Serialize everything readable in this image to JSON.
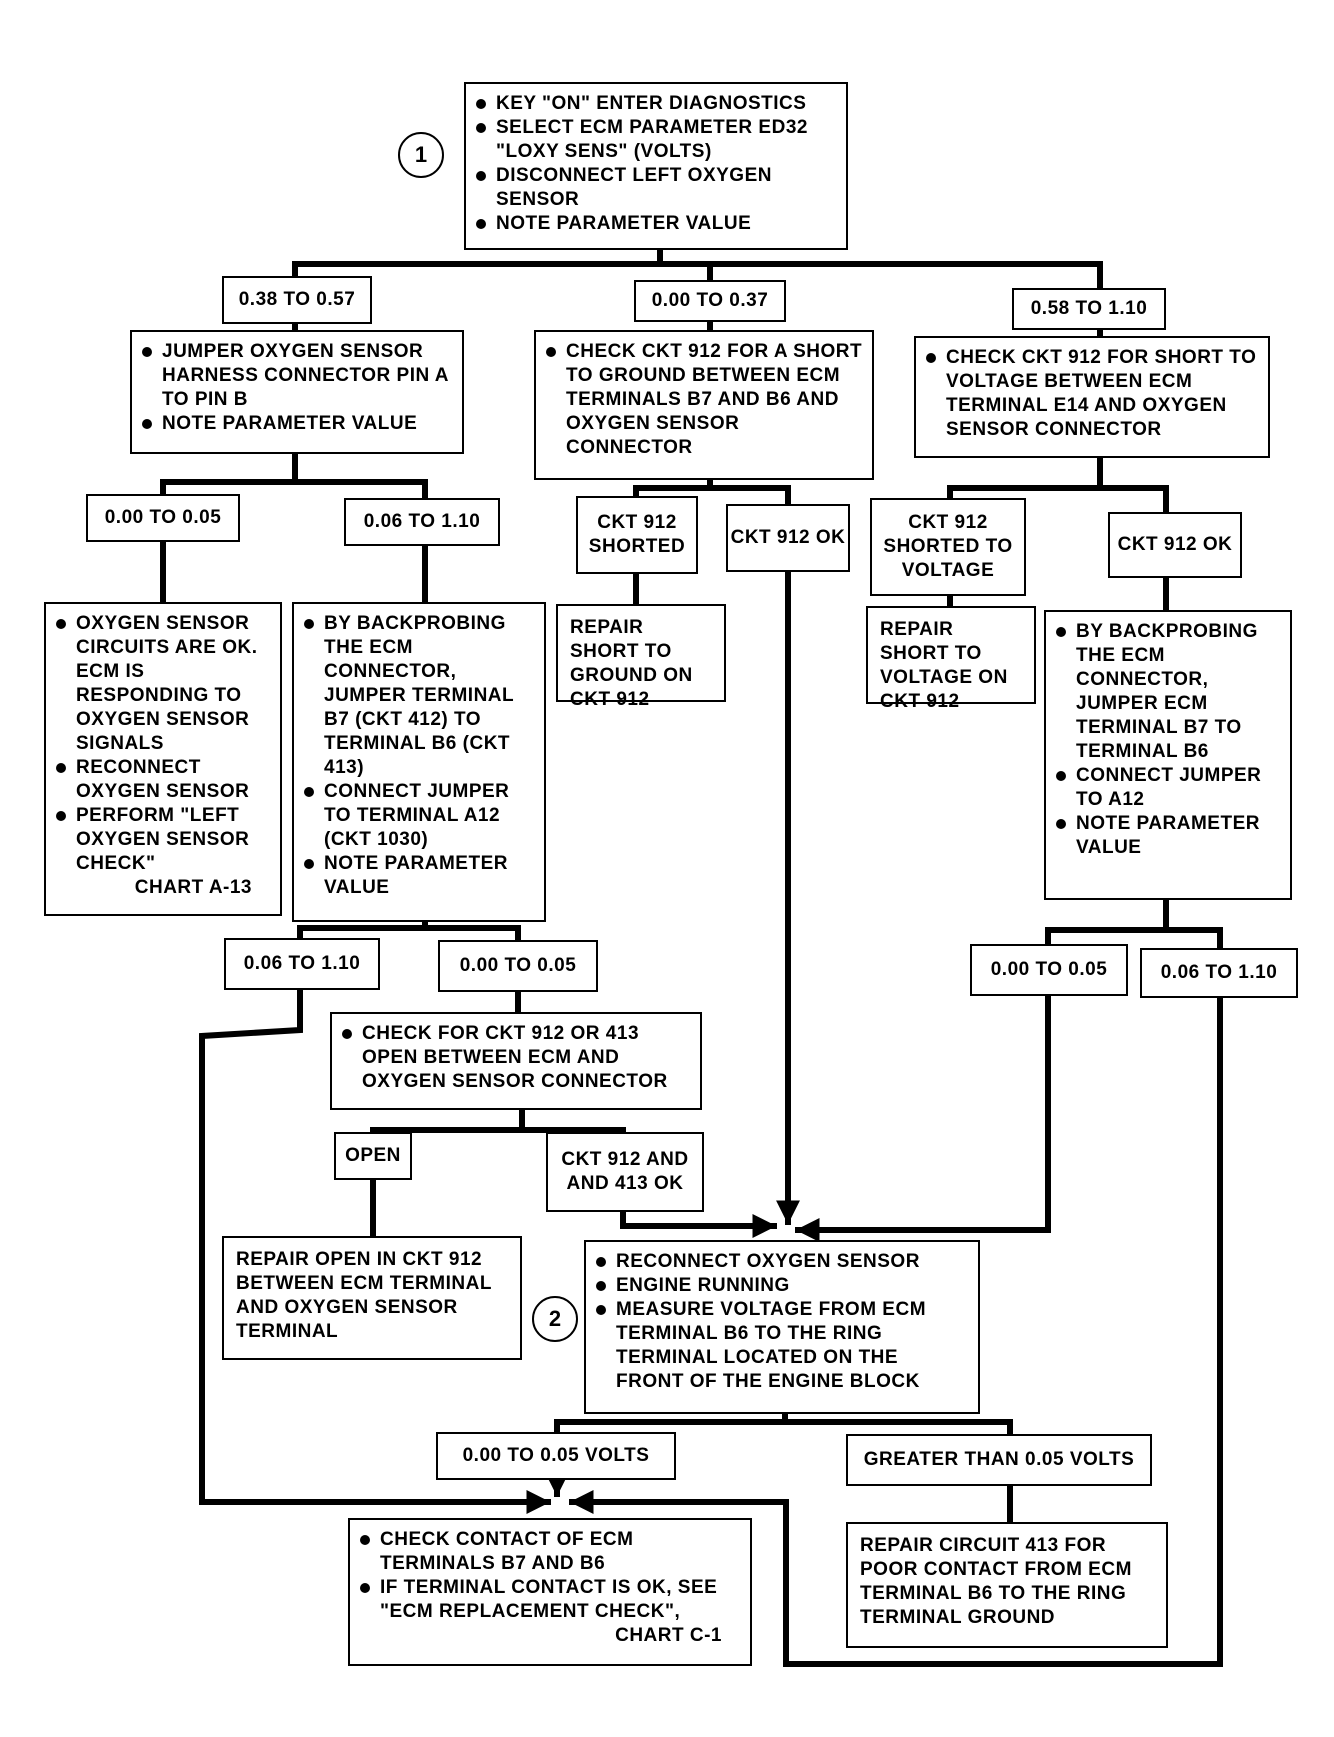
{
  "steps": {
    "step1": "1",
    "step2": "2"
  },
  "start_box": [
    "KEY \"ON\" ENTER DIAGNOSTICS",
    "SELECT ECM PARAMETER ED32 \"LOXY SENS\" (VOLTS)",
    "DISCONNECT LEFT OXYGEN SENSOR",
    "NOTE PARAMETER VALUE"
  ],
  "branch_labels": {
    "left": "0.38 TO 0.57",
    "mid": "0.00 TO 0.37",
    "right": "0.58 TO 1.10"
  },
  "jumper_box": [
    "JUMPER OXYGEN SENSOR HARNESS CONNECTOR PIN A TO PIN B",
    "NOTE PARAMETER VALUE"
  ],
  "check_ground_box": [
    "CHECK CKT 912 FOR A SHORT TO GROUND BETWEEN ECM TERMINALS B7 AND B6 AND OXYGEN SENSOR CONNECTOR"
  ],
  "check_voltage_box": [
    "CHECK CKT 912 FOR SHORT TO VOLTAGE BETWEEN ECM TERMINAL E14 AND OXYGEN SENSOR CONNECTOR"
  ],
  "jumper_results": {
    "low": "0.00 TO 0.05",
    "high": "0.06 TO 1.10"
  },
  "ground_results": {
    "shorted": "CKT 912 SHORTED",
    "ok": "CKT 912 OK"
  },
  "voltage_results": {
    "shorted": "CKT 912 SHORTED TO VOLTAGE",
    "ok": "CKT 912 OK"
  },
  "sensor_ok_box": {
    "items": [
      "OXYGEN SENSOR CIRCUITS ARE OK. ECM IS RESPONDING TO OXYGEN SENSOR SIGNALS",
      "RECONNECT OXYGEN SENSOR",
      "PERFORM \"LEFT OXYGEN SENSOR CHECK\""
    ],
    "ref": "CHART A-13"
  },
  "backprobe_box": [
    "BY BACKPROBING THE ECM CONNECTOR, JUMPER TERMINAL B7 (CKT 412) TO TERMINAL B6 (CKT 413)",
    "CONNECT JUMPER TO TERMINAL A12 (CKT 1030)",
    "NOTE PARAMETER VALUE"
  ],
  "repair_ground_box": "REPAIR SHORT TO GROUND ON CKT 912",
  "repair_voltage_box": "REPAIR SHORT TO VOLTAGE ON CKT 912",
  "backprobe_right_box": [
    "BY BACKPROBING THE ECM CONNECTOR, JUMPER ECM TERMINAL B7 TO TERMINAL B6",
    "CONNECT JUMPER TO A12",
    "NOTE PARAMETER VALUE"
  ],
  "backprobe_results": {
    "high": "0.06 TO 1.10",
    "low": "0.00 TO 0.05"
  },
  "backprobe_right_results": {
    "low": "0.00 TO 0.05",
    "high": "0.06 TO 1.10"
  },
  "check_open_box": [
    "CHECK FOR CKT 912 OR 413 OPEN BETWEEN ECM AND OXYGEN SENSOR CONNECTOR"
  ],
  "open_results": {
    "open": "OPEN",
    "ok": "CKT 912 AND AND 413 OK"
  },
  "repair_open_box": "REPAIR OPEN IN CKT 912 BETWEEN ECM TERMINAL AND OXYGEN SENSOR TERMINAL",
  "measure_box": [
    "RECONNECT OXYGEN SENSOR",
    "ENGINE RUNNING",
    "MEASURE VOLTAGE FROM ECM TERMINAL B6 TO THE RING TERMINAL LOCATED ON THE FRONT OF THE ENGINE BLOCK"
  ],
  "measure_results": {
    "low": "0.00 TO 0.05 VOLTS",
    "high": "GREATER THAN 0.05 VOLTS"
  },
  "contact_box": {
    "items": [
      "CHECK CONTACT OF ECM TERMINALS B7 AND B6",
      "IF TERMINAL CONTACT IS OK, SEE \"ECM REPLACEMENT CHECK\","
    ],
    "ref": "CHART C-1"
  },
  "repair_413_box": "REPAIR CIRCUIT 413 FOR POOR CONTACT FROM ECM TERMINAL B6 TO THE RING TERMINAL GROUND"
}
